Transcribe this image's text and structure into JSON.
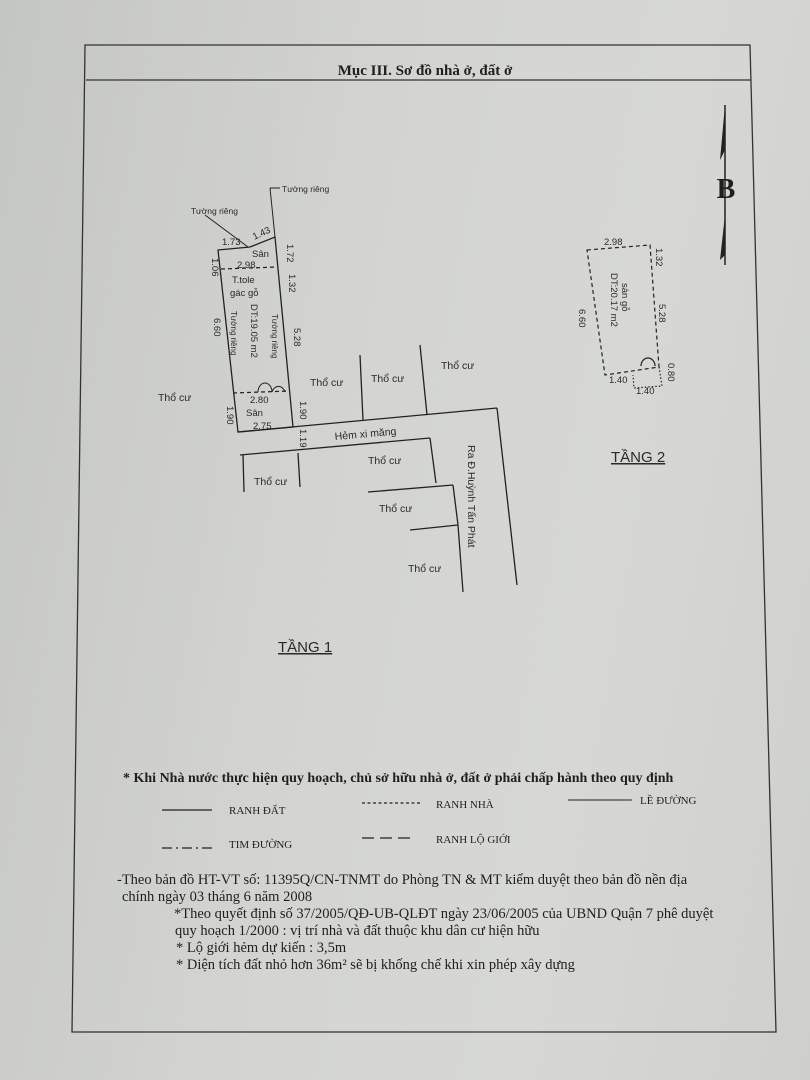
{
  "section_title": "Mục III. Sơ đồ nhà ở, đất ở",
  "north_label": "B",
  "floor1": {
    "title": "TẦNG 1",
    "wall_labels": [
      "Tường riêng",
      "Tường riêng"
    ],
    "side_wall_labels": [
      "Tường riêng",
      "Tường riêng"
    ],
    "dims": {
      "top_left": "1.73",
      "top_right": "1.43",
      "left_top": "1.06",
      "right_top": "1.72",
      "inner_top": "2.98",
      "right_mid": "1.32",
      "left_main": "6.60",
      "right_main": "5.28",
      "inner_bottom": "2.80",
      "left_bottom": "1.90",
      "right_bottom": "1.90",
      "bottom": "2.75",
      "alley_width": "1.19"
    },
    "yard_labels": [
      "Sân",
      "Sân"
    ],
    "room_label_1": "T.tole",
    "room_label_2": "gác gỗ",
    "area": "DT:19.05 m2",
    "alley": "Hẻm xi măng",
    "road": "Ra Đ.Huỳnh Tấn Phát",
    "neighbors": [
      "Thổ cư",
      "Thổ cư",
      "Thổ cư",
      "Thổ cư",
      "Thổ cư",
      "Thổ cư",
      "Thổ cư",
      "Thổ cư"
    ]
  },
  "floor2": {
    "title": "TẦNG 2",
    "room_label": "sàn gỗ",
    "area": "DT:20.17 m2",
    "dims": {
      "top": "2.98",
      "right_top": "1.32",
      "left": "6.60",
      "right": "5.28",
      "bottom": "1.40",
      "bottom2": "1.40",
      "right_bottom": "0.80"
    }
  },
  "notice": "* Khi Nhà nước thực hiện quy hoạch, chủ sở hữu nhà ở, đất ở phải chấp hành theo quy định",
  "legend": {
    "ranh_dat": "RANH ĐẤT",
    "ranh_nha": "RANH NHÀ",
    "le_duong": "LỀ ĐƯỜNG",
    "tim_duong": "TIM ĐƯỜNG",
    "ranh_lo_gioi": "RANH LỘ GIỚI"
  },
  "notes": [
    "-Theo bản đồ HT-VT số: 11395Q/CN-TNMT do Phòng TN & MT kiểm duyệt theo bản đồ nền  địa",
    "chính  ngày  03 tháng  6 năm 2008",
    "*Theo quyết định số 37/2005/QĐ-UB-QLĐT ngày 23/06/2005 của UBND Quận 7 phê duyệt",
    "quy hoạch 1/2000 : vị trí nhà và đất thuộc khu dân cư hiện hữu",
    "* Lộ giới hẻm dự kiến : 3,5m",
    "* Diện tích đất nhỏ hơn 36m² sẽ bị khống chế khi xin phép xây dựng"
  ]
}
